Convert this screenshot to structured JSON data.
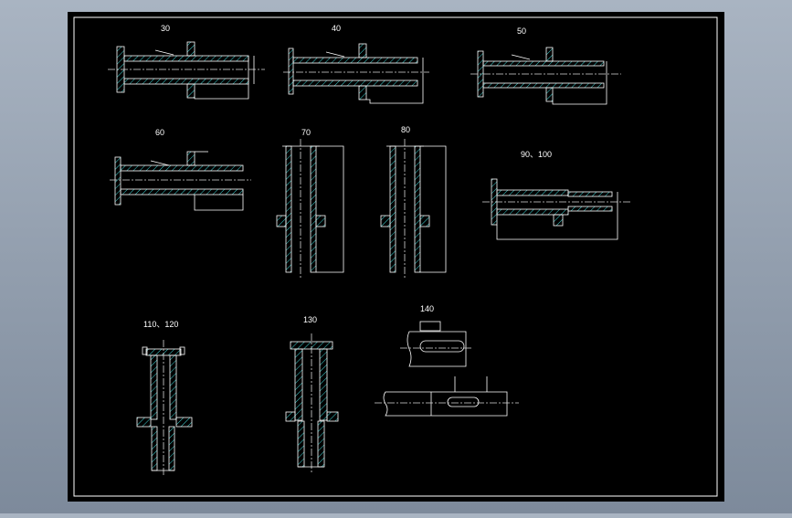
{
  "drawing": {
    "background": "#000000",
    "line_color": "#ffffff",
    "hatch_color": "#3fd0d0",
    "center_color": "#d8d8d8",
    "labels": [
      "30",
      "40",
      "50",
      "60",
      "70",
      "80",
      "90、100",
      "110、120",
      "130",
      "140"
    ]
  }
}
